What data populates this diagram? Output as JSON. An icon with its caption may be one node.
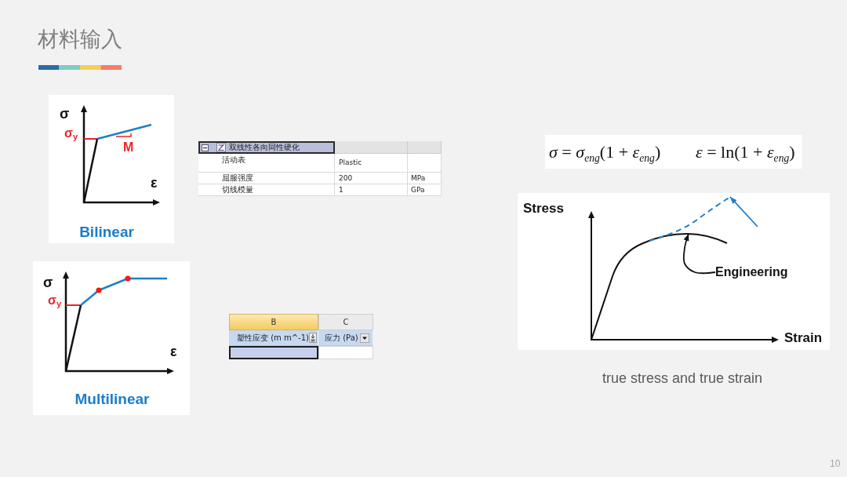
{
  "diagram": {
    "title": "材料输入",
    "nodes": [
      {
        "text": [
          "σ",
          "σ$_{y}$",
          "M",
          "ε",
          "Bilinear"
        ]
      },
      {
        "text": [
          "σ",
          "σ$_{y}$",
          "ε",
          "Multilinear"
        ]
      },
      {
        "text": [
          "*σ* = *σ*$_{eng}$(1 + *ε*$_{eng}$)",
          "*ε* = ln(1 + *ε*$_{eng}$)"
        ]
      },
      {
        "text": [
          "Stress",
          "Strain"
        ],
        "beside": [
          "true stress and true strain"
        ]
      },
      {
        "text": [
          "Engineering"
        ],
        "in": 3
      },
      {
        "text": [],
        "shape": "curve",
        "in": 3
      },
      {
        "text": [],
        "shape": "curve",
        "in": 3
      }
    ],
    "edges": [
      {
        "from": 4,
        "to": 5,
        "arrow": "to"
      },
      {
        "from": null,
        "to": 6,
        "arrow": "to",
        "color": "#1f7fc8"
      }
    ],
    "labels": [
      "双线性各向同性硬化",
      "活动表",
      "Plastic",
      "屈服强度",
      "200",
      "MPa",
      "切线模量",
      "1",
      "GPa",
      "B",
      "C",
      "塑性应变 (m m^-1)",
      "应力 (Pa)",
      "10"
    ]
  }
}
